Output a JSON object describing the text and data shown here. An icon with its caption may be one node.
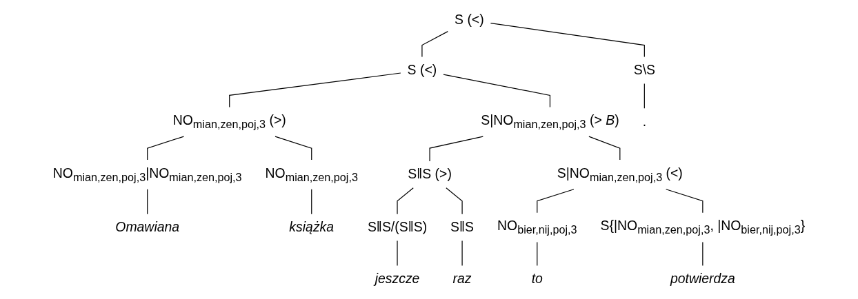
{
  "diagram": {
    "nodes": [
      {
        "text": [
          "S (<)"
        ]
      },
      {
        "text": [
          "S (<)"
        ]
      },
      {
        "text": [
          "S\\S"
        ]
      },
      {
        "text": [
          "NO$_{mian,zen,poj,3}$ (>)"
        ]
      },
      {
        "text": [
          "S|NO$_{mian,zen,poj,3}$ (> *B*)"
        ]
      },
      {
        "text": [
          "."
        ]
      },
      {
        "text": [
          "NO$_{mian,zen,poj,3}$|NO$_{mian,zen,poj,3}$"
        ]
      },
      {
        "text": [
          "NO$_{mian,zen,poj,3}$"
        ]
      },
      {
        "text": [
          "S‖S (>)"
        ]
      },
      {
        "text": [
          "S|NO$_{mian,zen,poj,3}$ (<)"
        ]
      },
      {
        "text": [
          "Omawiana"
        ]
      },
      {
        "text": [
          "książka"
        ]
      },
      {
        "text": [
          "S‖S/(S‖S)"
        ]
      },
      {
        "text": [
          "S‖S"
        ]
      },
      {
        "text": [
          "NO$_{bier,nij,poj,3}$"
        ]
      },
      {
        "text": [
          "S{|NO$_{mian,zen,poj,3}$, |NO$_{bier,nij,poj,3}$}"
        ]
      },
      {
        "text": [
          "jeszcze"
        ]
      },
      {
        "text": [
          "raz"
        ]
      },
      {
        "text": [
          "to"
        ]
      },
      {
        "text": [
          "potwierdza"
        ]
      }
    ],
    "edges": [
      {
        "from": 0,
        "to": 1,
        "arrow": "none"
      },
      {
        "from": 0,
        "to": 2,
        "arrow": "none"
      },
      {
        "from": 1,
        "to": 3,
        "arrow": "none"
      },
      {
        "from": 1,
        "to": 4,
        "arrow": "none"
      },
      {
        "from": 2,
        "to": 5,
        "arrow": "none"
      },
      {
        "from": 3,
        "to": 6,
        "arrow": "none"
      },
      {
        "from": 3,
        "to": 7,
        "arrow": "none"
      },
      {
        "from": 4,
        "to": 8,
        "arrow": "none"
      },
      {
        "from": 4,
        "to": 9,
        "arrow": "none"
      },
      {
        "from": 6,
        "to": 10,
        "arrow": "none"
      },
      {
        "from": 7,
        "to": 11,
        "arrow": "none"
      },
      {
        "from": 8,
        "to": 12,
        "arrow": "none"
      },
      {
        "from": 8,
        "to": 13,
        "arrow": "none"
      },
      {
        "from": 9,
        "to": 14,
        "arrow": "none"
      },
      {
        "from": 9,
        "to": 15,
        "arrow": "none"
      },
      {
        "from": 12,
        "to": 16,
        "arrow": "none"
      },
      {
        "from": 13,
        "to": 17,
        "arrow": "none"
      },
      {
        "from": 14,
        "to": 18,
        "arrow": "none"
      },
      {
        "from": 15,
        "to": 19,
        "arrow": "none"
      }
    ]
  }
}
